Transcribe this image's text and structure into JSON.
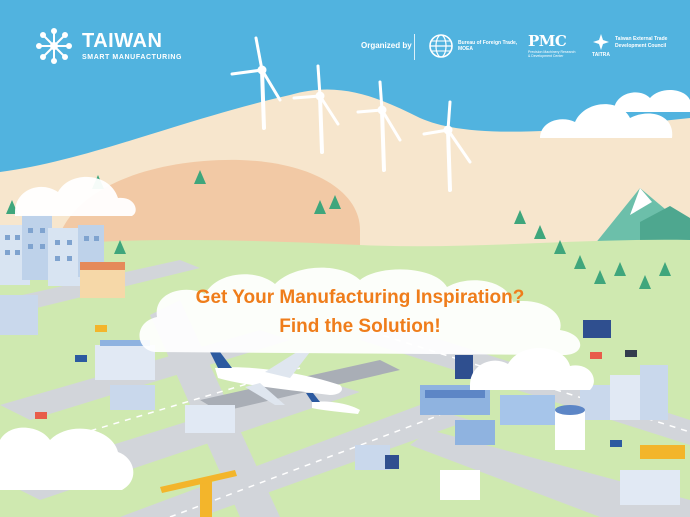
{
  "brand": {
    "name": "TAIWAN",
    "tagline": "SMART MANUFACTURING",
    "logo_icon": "circuit-node-icon"
  },
  "organizers": {
    "label": "Organized by",
    "boft": {
      "name": "Bureau of Foreign Trade, MOEA",
      "icon": "globe-emblem-icon"
    },
    "pmc": {
      "mark": "PMC",
      "name": "Precision Machinery Research & Development Center",
      "icon": "pmc-logo-icon"
    },
    "taitra": {
      "abbr": "TAITRA",
      "name": "Taiwan External Trade Development Council",
      "icon": "taitra-emblem-icon"
    }
  },
  "headline": {
    "line1": "Get Your Manufacturing Inspiration?",
    "line2": "Find the Solution!"
  },
  "colors": {
    "sky": "#51b3df",
    "sand": "#f7e6cd",
    "hill": "#f2c9a5",
    "ground": "#cfe9b0",
    "road": "#d2d5da",
    "headline_text": "#ef7d1b",
    "white": "#ffffff"
  }
}
